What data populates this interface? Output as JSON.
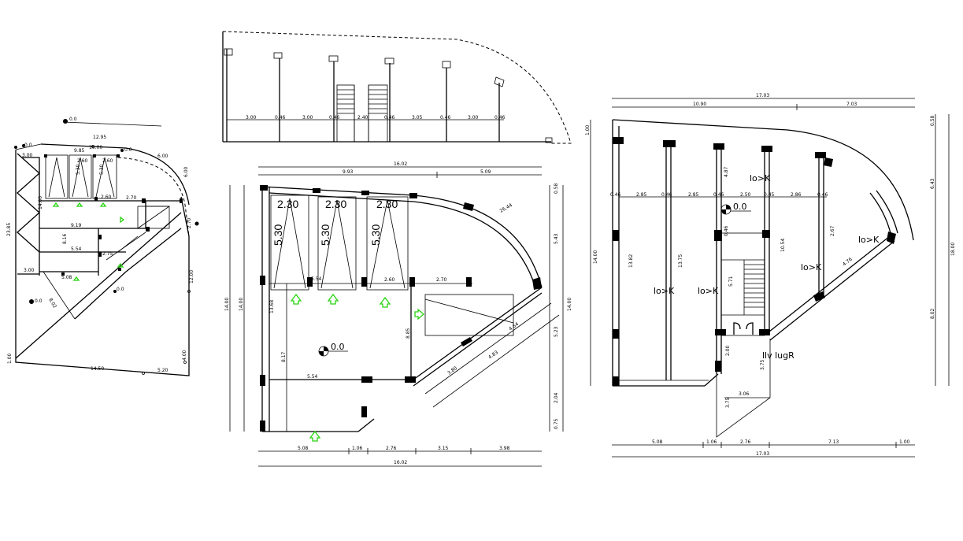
{
  "left_plan": {
    "labels": [
      "12.95",
      "10.00",
      "9.85",
      "6.00",
      "3.00",
      "2.60",
      "2.60",
      "5.30",
      "5.30",
      "2.70",
      "14.00",
      "23.85",
      "9.19",
      "8.16",
      "5.54",
      "2.75",
      "3.00",
      "5.08",
      "12.00",
      "14.50",
      "5.20",
      "4.00",
      "1.00",
      "2.70",
      "6.00",
      "8.02",
      "0.0",
      "0.0",
      "0.0",
      "0.0",
      "0.0"
    ]
  },
  "top_elevation": {
    "labels": [
      "3.00",
      "0.46",
      "3.00",
      "0.46",
      "2.40",
      "0.46",
      "3.05",
      "0.46",
      "3.00",
      "0.46"
    ]
  },
  "middle_plan": {
    "top_dims": [
      "16.02",
      "9.93",
      "5.09"
    ],
    "parking": [
      "2.30",
      "2.30",
      "2.30"
    ],
    "parking_len": [
      "5.30",
      "5.30",
      "5.30"
    ],
    "labels": [
      "5.54",
      "2.60",
      "2.70",
      "4.64",
      "3.80",
      "4.83",
      "8.85",
      "8.17",
      "13.68",
      "5.54",
      "26.44"
    ],
    "level": "0.0",
    "left_dims": [
      "14.00",
      "14.00"
    ],
    "right_dims": [
      "0.58",
      "5.43",
      "14.00",
      "5.23",
      "2.04",
      "0.75"
    ],
    "bottom_dims": [
      "5.08",
      "1.06",
      "2.76",
      "3.15",
      "3.98"
    ],
    "bottom_total": "16.02"
  },
  "right_plan": {
    "top_dims": [
      "17.03",
      "10.90",
      "7.03"
    ],
    "span_labels": [
      "0.46",
      "2.85",
      "0.46",
      "2.85",
      "0.46",
      "2.50",
      "0.45",
      "2.86",
      "0.46"
    ],
    "labels": [
      "lo>K",
      "lo>K",
      "lo>K",
      "lo>K",
      "lo>K",
      "llv lugR"
    ],
    "level": "0.0",
    "left_dims": [
      "1.00",
      "14.00"
    ],
    "right_dims": [
      "0.58",
      "6.43",
      "18.00",
      "8.02"
    ],
    "inner_dims": [
      "13.82",
      "13.75",
      "4.87",
      "10.54",
      "2.67",
      "4.76",
      "5.71",
      "2.00",
      "3.75",
      "3.06",
      "3.75",
      "0.46"
    ],
    "bottom_dims": [
      "5.08",
      "1.06",
      "2.76",
      "7.13",
      "1.00"
    ],
    "bottom_total": "17.03"
  }
}
